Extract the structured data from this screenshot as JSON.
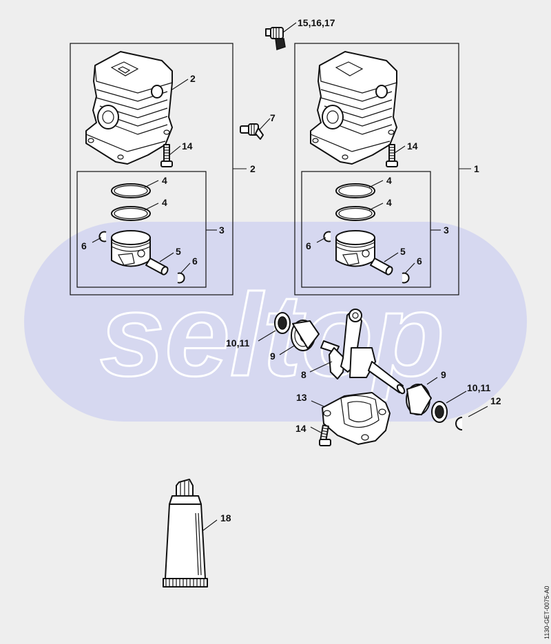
{
  "watermark": {
    "text": "seltop",
    "band_color": "#cdd0f0"
  },
  "colors": {
    "background": "#eeeeee",
    "line": "#111111"
  },
  "callouts": {
    "c15_16_17": "15,16,17",
    "c2_cyl": "2",
    "c14_left": "14",
    "c7": "7",
    "c2_box": "2",
    "c4_left_a": "4",
    "c4_left_b": "4",
    "c3_left": "3",
    "c6_left_a": "6",
    "c5_left": "5",
    "c6_left_b": "6",
    "c14_right": "14",
    "c1_box": "1",
    "c4_right_a": "4",
    "c4_right_b": "4",
    "c3_right": "3",
    "c6_right_a": "6",
    "c5_right": "5",
    "c6_right_b": "6",
    "c10_11_left": "10,11",
    "c9_left": "9",
    "c8": "8",
    "c9_right": "9",
    "c10_11_right": "10,11",
    "c13": "13",
    "c12": "12",
    "c14_bottom": "14",
    "c18": "18"
  },
  "reference_code": "1130-GET-0075-A0",
  "icons": {
    "cylinder": "cylinder-icon",
    "piston": "piston-icon",
    "piston_ring": "piston-ring-icon",
    "piston_pin": "piston-pin-icon",
    "circlip": "circlip-icon",
    "screw": "screw-icon",
    "decompression_valve": "decompression-valve-icon",
    "spark_plug_fitting": "fitting-icon",
    "crankshaft": "crankshaft-icon",
    "bearing": "ball-bearing-icon",
    "oil_seal": "oil-seal-icon",
    "crankcase": "crankcase-icon",
    "grease_tube": "grease-tube-icon"
  }
}
